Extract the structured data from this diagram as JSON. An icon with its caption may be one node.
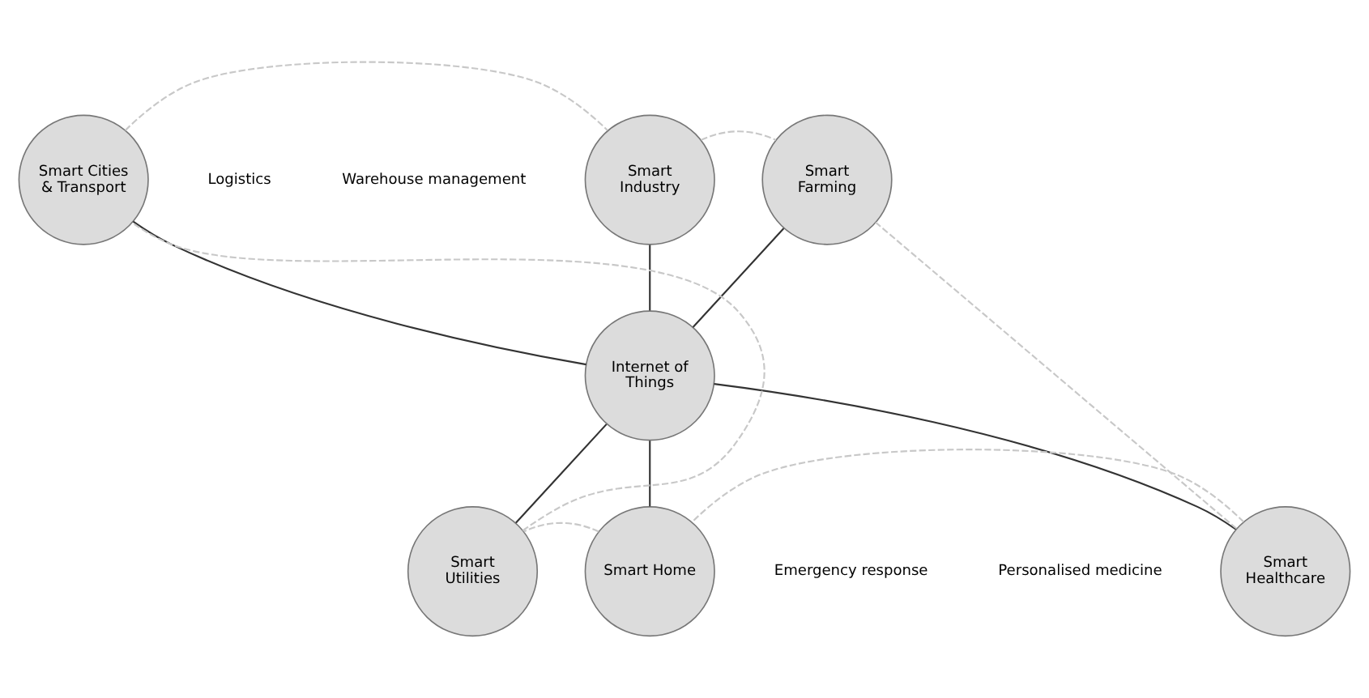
{
  "diagram": {
    "nodes": [
      {
        "text": [
          "Internet of Things"
        ]
      },
      {
        "text": [
          "Smart Cities & Transport"
        ]
      },
      {
        "text": [
          "Smart Industry"
        ]
      },
      {
        "text": [
          "Smart Farming"
        ]
      },
      {
        "text": [
          "Smart Utilities"
        ]
      },
      {
        "text": [
          "Smart Home"
        ]
      },
      {
        "text": [
          "Smart Healthcare"
        ]
      }
    ],
    "edges": [
      {
        "from": 1,
        "to": 0,
        "arrow": "none"
      },
      {
        "from": 2,
        "to": 0,
        "arrow": "none"
      },
      {
        "from": 3,
        "to": 0,
        "arrow": "none"
      },
      {
        "from": 0,
        "to": 4,
        "arrow": "none"
      },
      {
        "from": 0,
        "to": 5,
        "arrow": "none"
      },
      {
        "from": 0,
        "to": 6,
        "arrow": "none"
      },
      {
        "from": 1,
        "to": 2,
        "arrow": "none",
        "style": "dashed",
        "color": "#c8c8c8"
      },
      {
        "from": 2,
        "to": 3,
        "arrow": "none",
        "style": "dashed",
        "color": "#c8c8c8"
      },
      {
        "from": 3,
        "to": 6,
        "arrow": "none",
        "style": "dashed",
        "color": "#c8c8c8"
      },
      {
        "from": 6,
        "to": 5,
        "arrow": "none",
        "style": "dashed",
        "color": "#c8c8c8"
      },
      {
        "from": 5,
        "to": 4,
        "arrow": "none",
        "style": "dashed",
        "color": "#c8c8c8"
      },
      {
        "from": 4,
        "to": 1,
        "arrow": "none",
        "style": "dashed",
        "color": "#c8c8c8"
      }
    ],
    "labels": [
      "Logistics",
      "Warehouse management",
      "Emergency response",
      "Personalised medicine"
    ]
  }
}
